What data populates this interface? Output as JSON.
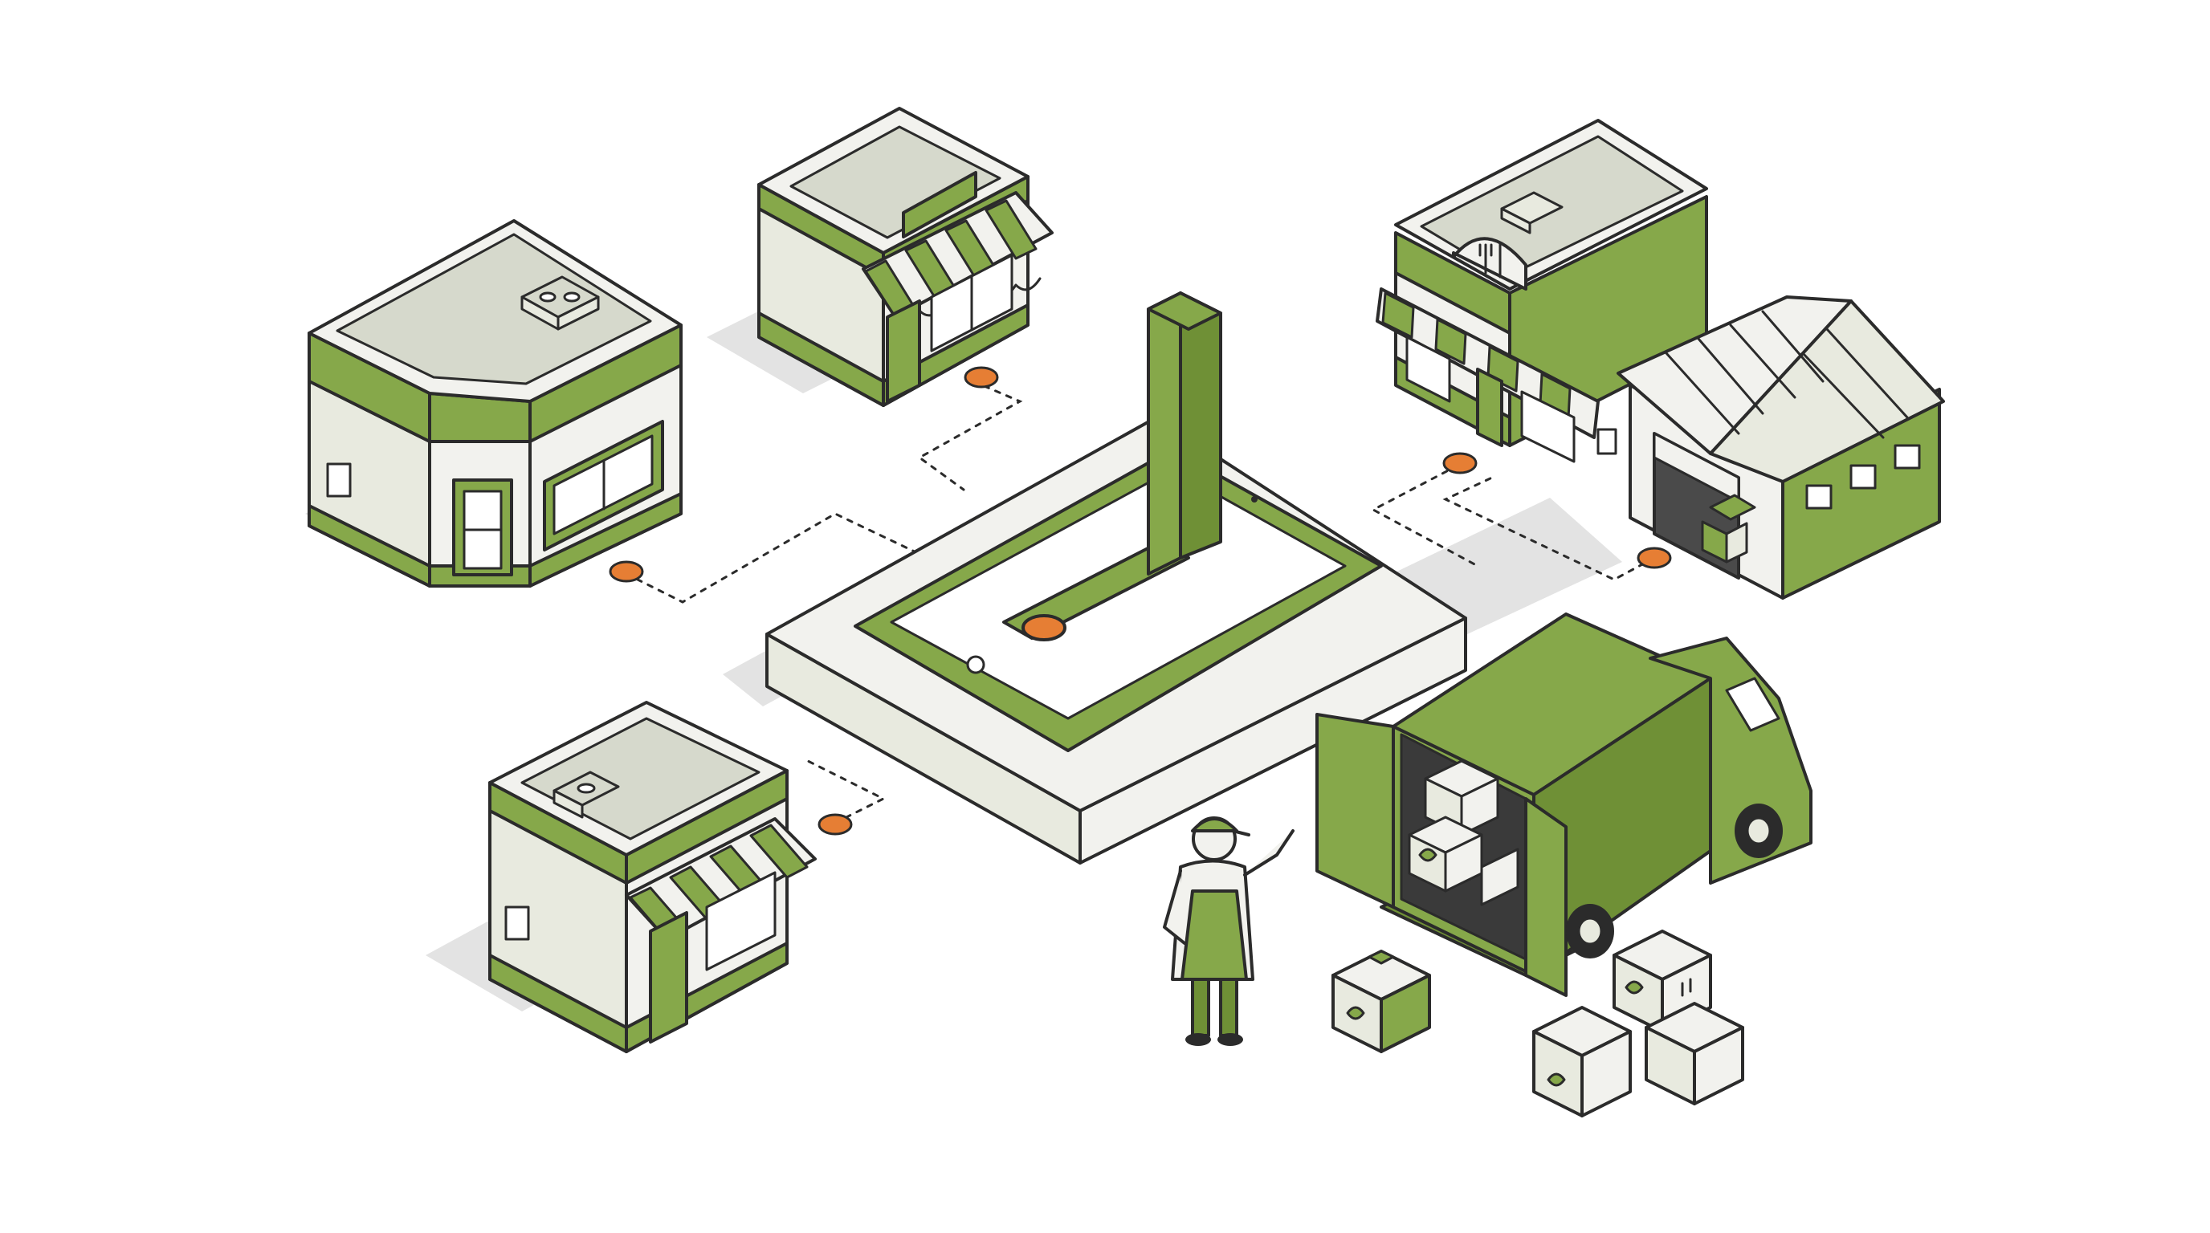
{
  "illustration": {
    "palette": {
      "accent_green": "#86a84a",
      "dark_green": "#6f9036",
      "off_white": "#f2f2ee",
      "outline": "#2b2b2b",
      "node_orange": "#e67e34",
      "shadow": "#e3e3e3"
    },
    "elements": [
      "corner-store",
      "awning-shop",
      "restaurant",
      "warehouse",
      "small-shop",
      "central-platform",
      "tablet",
      "location-pin",
      "delivery-truck",
      "delivery-worker",
      "cardboard-boxes"
    ],
    "icons": [
      "fork-knife-icon",
      "leaf-icon",
      "this-side-up-icon"
    ]
  }
}
